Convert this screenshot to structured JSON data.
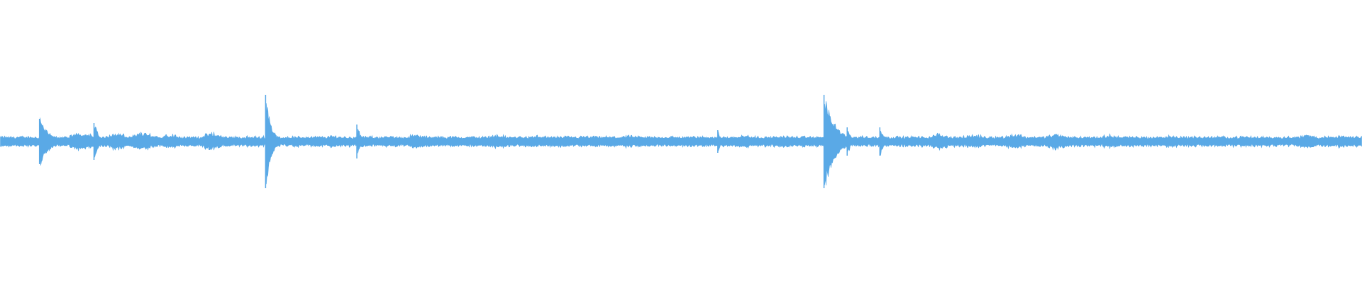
{
  "waveform": {
    "color": "#5aa9e6",
    "background": "#ffffff",
    "baseline_amplitude": 0.03,
    "transients": [
      {
        "time": 0.029,
        "peak": 0.16,
        "decay": 0.22
      },
      {
        "time": 0.069,
        "peak": 0.13,
        "decay": 0.1
      },
      {
        "time": 0.195,
        "peak": 0.33,
        "decay": 0.12
      },
      {
        "time": 0.262,
        "peak": 0.12,
        "decay": 0.08
      },
      {
        "time": 0.527,
        "peak": 0.08,
        "decay": 0.05
      },
      {
        "time": 0.605,
        "peak": 0.33,
        "decay": 0.25
      },
      {
        "time": 0.622,
        "peak": 0.1,
        "decay": 0.08
      },
      {
        "time": 0.646,
        "peak": 0.1,
        "decay": 0.1
      }
    ],
    "swells": [
      {
        "time": 0.06,
        "level": 0.055
      },
      {
        "time": 0.085,
        "level": 0.05
      },
      {
        "time": 0.105,
        "level": 0.05
      },
      {
        "time": 0.125,
        "level": 0.045
      },
      {
        "time": 0.155,
        "level": 0.05
      },
      {
        "time": 0.245,
        "level": 0.035
      },
      {
        "time": 0.305,
        "level": 0.04
      },
      {
        "time": 0.365,
        "level": 0.04
      },
      {
        "time": 0.395,
        "level": 0.035
      },
      {
        "time": 0.46,
        "level": 0.035
      },
      {
        "time": 0.545,
        "level": 0.04
      },
      {
        "time": 0.575,
        "level": 0.035
      },
      {
        "time": 0.69,
        "level": 0.045
      },
      {
        "time": 0.715,
        "level": 0.04
      },
      {
        "time": 0.745,
        "level": 0.045
      },
      {
        "time": 0.775,
        "level": 0.045
      },
      {
        "time": 0.815,
        "level": 0.04
      },
      {
        "time": 0.86,
        "level": 0.035
      },
      {
        "time": 0.9,
        "level": 0.03
      },
      {
        "time": 0.96,
        "level": 0.04
      },
      {
        "time": 0.985,
        "level": 0.035
      }
    ]
  }
}
